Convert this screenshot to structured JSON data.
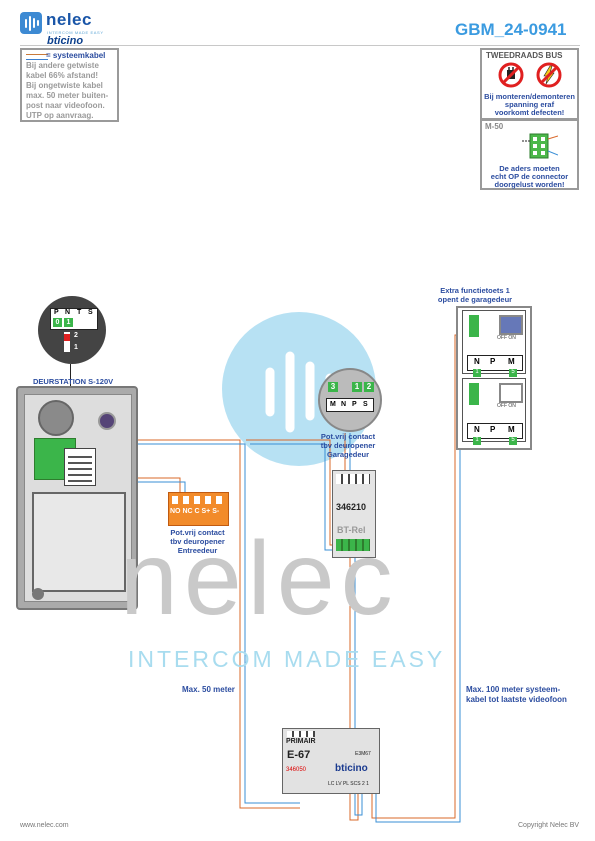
{
  "header": {
    "logo_name": "nelec",
    "logo_tagline": "INTERCOM MADE EASY",
    "logo_brand": "bticino",
    "doc_code": "GBM_24-0941"
  },
  "note_left": {
    "title": "= systeemkabel",
    "lines": [
      "Bij andere getwiste",
      "kabel 66% afstand!",
      "Bij ongetwiste kabel",
      "max. 50 meter buiten-",
      "post naar videofoon.",
      "UTP op aanvraag."
    ]
  },
  "note_right": {
    "title": "TWEEDRAADS BUS",
    "warning_lines": [
      "Bij monteren/demonteren",
      "spanning eraf",
      "voorkomt defecten!"
    ],
    "m50_label": "M-50",
    "m50_lines": [
      "De aders moeten",
      "echt OP de connector",
      "doorgelust worden!"
    ]
  },
  "door_station": {
    "title": "DEURSTATION S-120V",
    "config_labels": [
      "P",
      "N",
      "T",
      "S"
    ],
    "config_values": [
      "0",
      "1"
    ],
    "switch_labels": [
      "2",
      "1"
    ]
  },
  "relay_front": {
    "terminals": "NO NC C S+ S-",
    "caption": [
      "Pot.vrij contact",
      "tbv deuropener",
      "Entreedeur"
    ]
  },
  "relay_module": {
    "config_values": [
      "3",
      "1",
      "2"
    ],
    "config_labels": [
      "M",
      "N",
      "P",
      "S"
    ],
    "model": "346210",
    "name": "BT-Rel",
    "caption": [
      "Pot.vrij contact",
      "tbv deuropener",
      "Garagedeur"
    ]
  },
  "monitors": {
    "caption": [
      "Extra functietoets 1",
      "opent de garagedeur"
    ],
    "labels": [
      "N",
      "P",
      "M"
    ],
    "unit1_values": [
      "1",
      "5"
    ],
    "unit2_values": [
      "1",
      "5"
    ],
    "off_on": "OFF ON"
  },
  "power_supply": {
    "primary": "PRIMAIR",
    "model": "E-67",
    "brand": "bticino",
    "part": "346050",
    "code_small": "E3M67",
    "terminals": [
      "LC",
      "LV",
      "PL",
      "SCS",
      "2",
      "1"
    ]
  },
  "distance": {
    "left": "Max. 50 meter",
    "right": [
      "Max. 100 meter systeem-",
      "kabel tot laatste videofoon"
    ]
  },
  "watermark": {
    "name": "nelec",
    "tagline": "INTERCOM MADE EASY"
  },
  "footer": {
    "left": "www.nelec.com",
    "right": "Copyright Nelec BV"
  },
  "colors": {
    "blue_text": "#2c4da0",
    "header_code": "#3b9be0",
    "wire_orange": "#d9682a",
    "wire_blue": "#3a8fd6",
    "terminal_green": "#3bb54a",
    "relay_orange": "#f28b2a"
  }
}
